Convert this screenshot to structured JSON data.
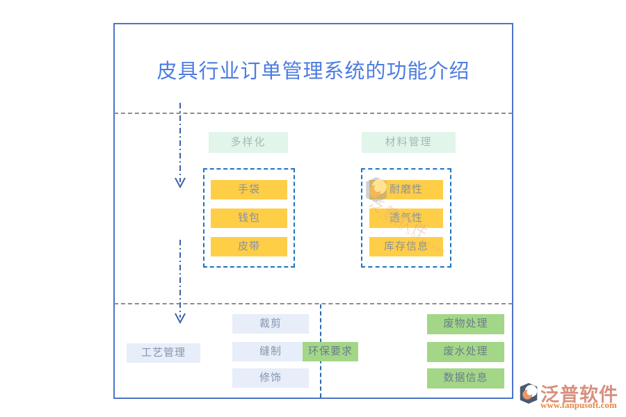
{
  "title": "皮具行业订单管理系统的功能介绍",
  "groups": {
    "diversification": {
      "label": "多样化",
      "items": [
        "手袋",
        "钱包",
        "皮带"
      ]
    },
    "material": {
      "label": "材料管理",
      "items": [
        "耐磨性",
        "透气性",
        "库存信息"
      ]
    },
    "process": {
      "label": "工艺管理",
      "items": [
        "裁剪",
        "缝制",
        "修饰"
      ]
    },
    "environment": {
      "label": "环保要求",
      "items": [
        "废物处理",
        "废水处理",
        "数据信息"
      ]
    }
  },
  "watermark": {
    "brand": "泛普软件",
    "brand_en": "FANPU SOFTWARE"
  },
  "logo": {
    "brand": "泛普软件",
    "url": "www.fanpusoft.com"
  },
  "colors": {
    "accent_blue": "#4d7ce2",
    "border_blue": "#4a74c8",
    "dash_gray": "#8c8c8c",
    "arrow_blue": "#3c5fa6",
    "group_dash_blue": "#1d72c2",
    "sep_blue": "#2a6ab0",
    "mint_bg": "#e1f5eb",
    "mint_text": "#a4bab0",
    "yellow_bg": "#ffce47",
    "yellow_text": "#8a929f",
    "lightblue_bg": "#e7eef9",
    "lightblue_text": "#8494ad",
    "green_bg": "#a3d787",
    "green_text": "#6b7b8d",
    "logo_salmon": "#d7907f",
    "logo_orange": "#e98743",
    "watermark_tan": "#d9a87c"
  }
}
